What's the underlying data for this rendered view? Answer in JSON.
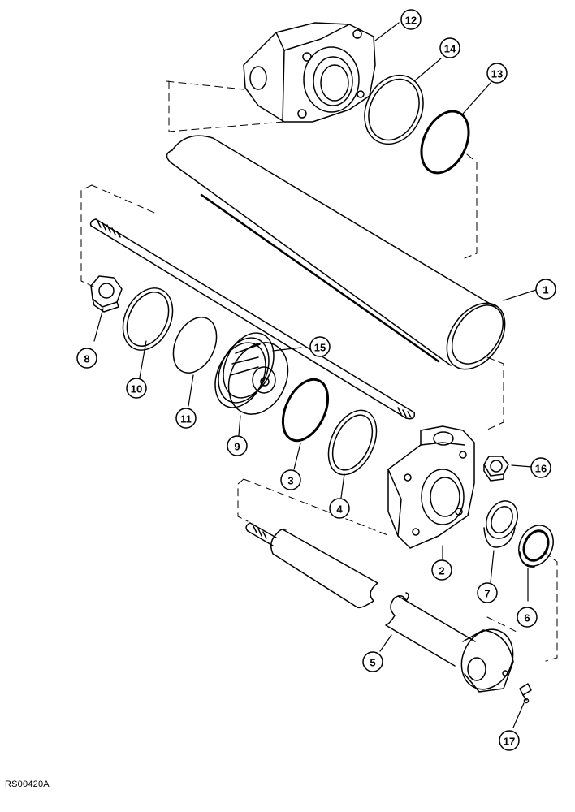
{
  "figure_id": "RS00420A",
  "callouts": {
    "c1": "1",
    "c2": "2",
    "c3": "3",
    "c4": "4",
    "c5": "5",
    "c6": "6",
    "c7": "7",
    "c8": "8",
    "c9": "9",
    "c10": "10",
    "c11": "11",
    "c12": "12",
    "c13": "13",
    "c14": "14",
    "c15": "15",
    "c16": "16",
    "c17": "17"
  }
}
